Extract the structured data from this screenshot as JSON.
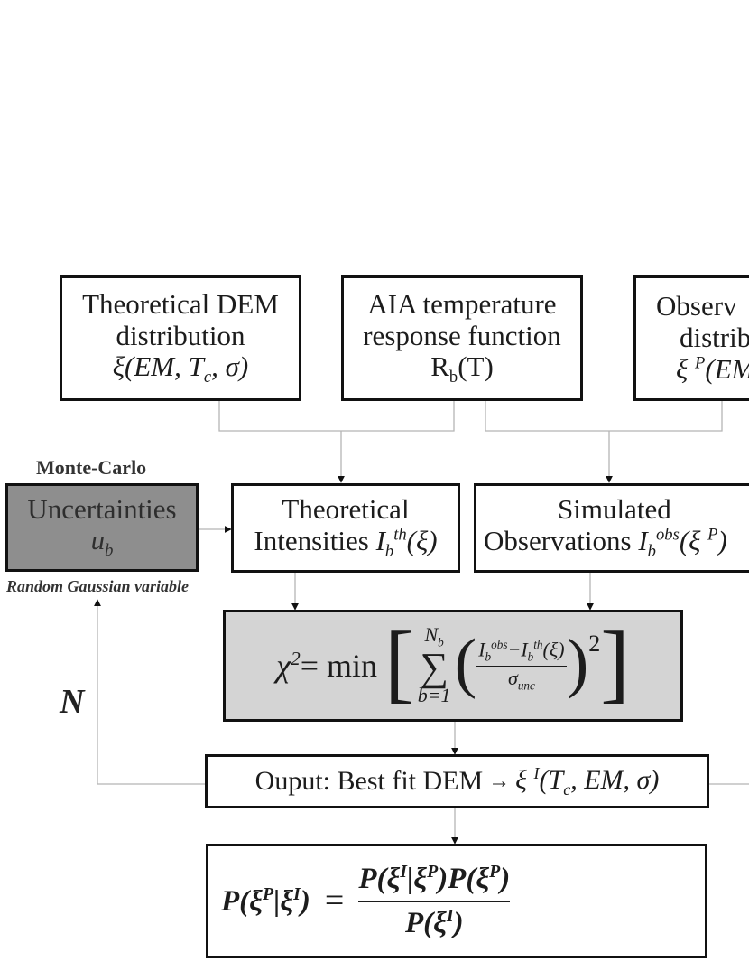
{
  "boxes": {
    "theoretical_dem": {
      "line1": "Theoretical DEM",
      "line2": "distribution",
      "formula_pre": "ξ(EM, T",
      "formula_sub": "c",
      "formula_post": ", σ)"
    },
    "aia_response": {
      "line1": "AIA temperature",
      "line2": "response function",
      "formula_pre": "R",
      "formula_sub": "b",
      "formula_post": "(T)"
    },
    "observed_dem": {
      "line1": "Observ",
      "line2": "distrib",
      "formula_pre": "ξ ",
      "formula_sup": "P",
      "formula_post": "(EM"
    },
    "uncertainties": {
      "line1": "Uncertainties",
      "symbol": "u",
      "symbol_sub": "b"
    },
    "theoretical_intensities": {
      "line1": "Theoretical",
      "line2": "Intensities ",
      "sym": "I",
      "sym_sub": "b",
      "sym_sup": "th",
      "sym_arg": "(ξ)"
    },
    "simulated_observations": {
      "line1": "Simulated",
      "line2": "Observations ",
      "sym": "I",
      "sym_sub": "b",
      "sym_sup": "obs",
      "sym_arg": "(ξ ",
      "sym_arg_sup": "P",
      "sym_arg_end": ")"
    },
    "chi_square": {
      "lhs": "χ",
      "lhs_sup": "2",
      "eq": " = min",
      "sum_top": "N",
      "sum_top_sub": "b",
      "sum_sign": "∑",
      "sum_bottom": "b=1",
      "num_a": "I",
      "num_a_sub": "b",
      "num_a_sup": "obs",
      "minus": "−",
      "num_b": "I",
      "num_b_sub": "b",
      "num_b_sup": "th",
      "num_b_arg": "(ξ)",
      "den": "σ",
      "den_sub": "unc",
      "power": "2"
    },
    "output": {
      "label": "Ouput: Best fit DEM",
      "arrow": "→",
      "xi": " ξ ",
      "xi_sup": "I",
      "args_pre": "(T",
      "args_sub": "c",
      "args_post": ", EM, σ)"
    },
    "bayes": {
      "lhs": "P(ξ",
      "lhs_sup1": "P",
      "lhs_mid": "|ξ",
      "lhs_sup2": "I",
      "lhs_end": ")",
      "eq": "=",
      "num_1": "P(ξ",
      "num_sup1": "I",
      "num_2": "|ξ",
      "num_sup2": "P",
      "num_3": ")P(ξ",
      "num_sup3": "P",
      "num_4": ")",
      "den_1": "P(ξ",
      "den_sup": "I",
      "den_2": ")"
    }
  },
  "labels": {
    "monte_carlo": "Monte-Carlo",
    "random_gaussian": "Random Gaussian variable",
    "loop_n": "N"
  },
  "colors": {
    "border": "#111111",
    "gray_box": "#d4d4d4",
    "dark_box": "#8e8e8e",
    "connector": "#b5b5b5"
  }
}
